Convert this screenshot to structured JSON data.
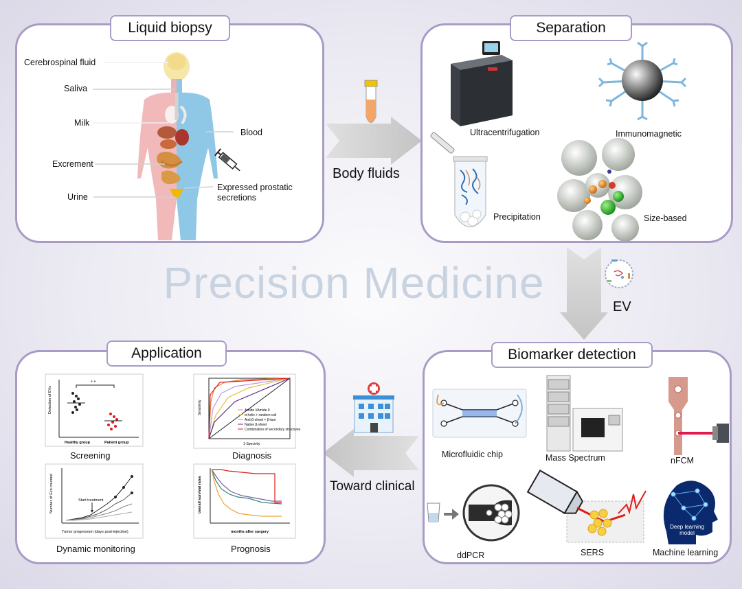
{
  "watermark": "Precision Medicine",
  "liquid_biopsy": {
    "title": "Liquid biopsy",
    "labels": {
      "csf": "Cerebrospinal fluid",
      "saliva": "Saliva",
      "milk": "Milk",
      "blood": "Blood",
      "excrement": "Excrement",
      "urine": "Urine",
      "prostatic": "Expressed prostatic secretions"
    }
  },
  "separation": {
    "title": "Separation",
    "ultracentrifugation": "Ultracentrifugation",
    "immunomagnetic": "Immunomagnetic",
    "precipitation": "Precipitation",
    "size_based": "Size-based"
  },
  "arrows": {
    "body_fluids": "Body fluids",
    "ev": "EV",
    "toward_clinical": "Toward clinical"
  },
  "biomarker": {
    "title": "Biomarker detection",
    "microfluidic": "Microfluidic chip",
    "mass_spectrum": "Mass Spectrum",
    "nfcm": "nFCM",
    "ddpcr": "ddPCR",
    "sers": "SERS",
    "ml": "Machine learning",
    "deep_learning": "Deep learning model"
  },
  "application": {
    "title": "Application",
    "screening": "Screening",
    "diagnosis": "Diagnosis",
    "dynamic": "Dynamic monitoring",
    "prognosis": "Prognosis",
    "screening_chart": {
      "ylabel": "Detection of EVs",
      "groups": [
        "Healthy group",
        "Patient group"
      ],
      "sig": "* *"
    },
    "diagnosis_chart": {
      "xlabel": "1-Specivity",
      "ylabel": "Sensitivity",
      "legend": [
        "Amide I/Amide II",
        "α-helix + random coil",
        "Anti-β-sheet + β-turn",
        "Native β-sheet",
        "Combination of secondary structures"
      ]
    },
    "dynamic_chart": {
      "xlabel": "Tumor progression (days post-injection)",
      "ylabel": "Number of Exo counted",
      "annotation": "Start treatment"
    },
    "prognosis_chart": {
      "xlabel": "months after surgery",
      "ylabel": "overall survival rates"
    }
  }
}
